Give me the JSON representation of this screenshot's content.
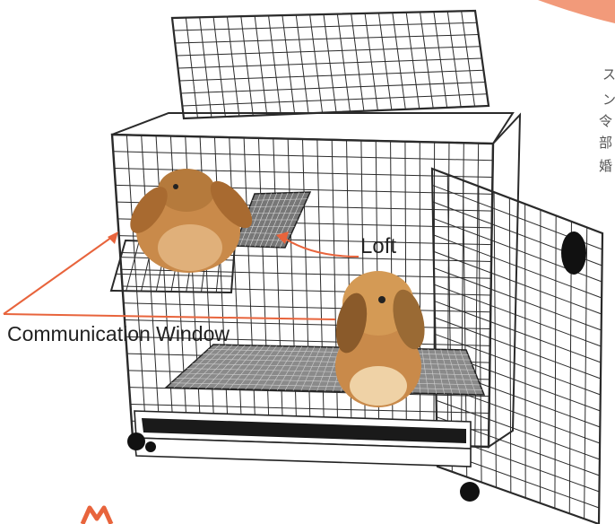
{
  "labels": {
    "loft": "Loft",
    "communication_window": "Communication Window"
  },
  "side_text": [
    "ス",
    "ン",
    "令",
    "部",
    "婚"
  ],
  "colors": {
    "accent_blob": "#f29a7a",
    "arrow": "#e8643c",
    "rabbit_fur": "#c98a4a",
    "wire": "#2a2a2a",
    "tray": "#1a1a1a",
    "logo": "#e8643c"
  },
  "icons": {
    "logo": "orange-m-logo-icon",
    "corner": "salmon-corner-blob-icon"
  }
}
